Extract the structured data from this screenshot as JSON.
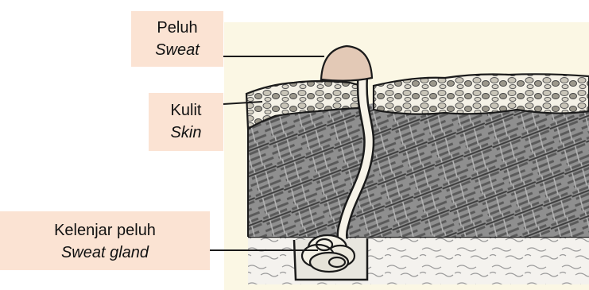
{
  "labels": {
    "sweat": {
      "malay": "Peluh",
      "english": "Sweat"
    },
    "skin": {
      "malay": "Kulit",
      "english": "Skin"
    },
    "sweat_gland": {
      "malay": "Kelenjar peluh",
      "english": "Sweat gland"
    }
  },
  "colors": {
    "label_background": "#fbe3d3",
    "panel_background": "#fbf7e4",
    "sweat_drop": "#e3c9b6",
    "outline": "#1a1a1a"
  }
}
